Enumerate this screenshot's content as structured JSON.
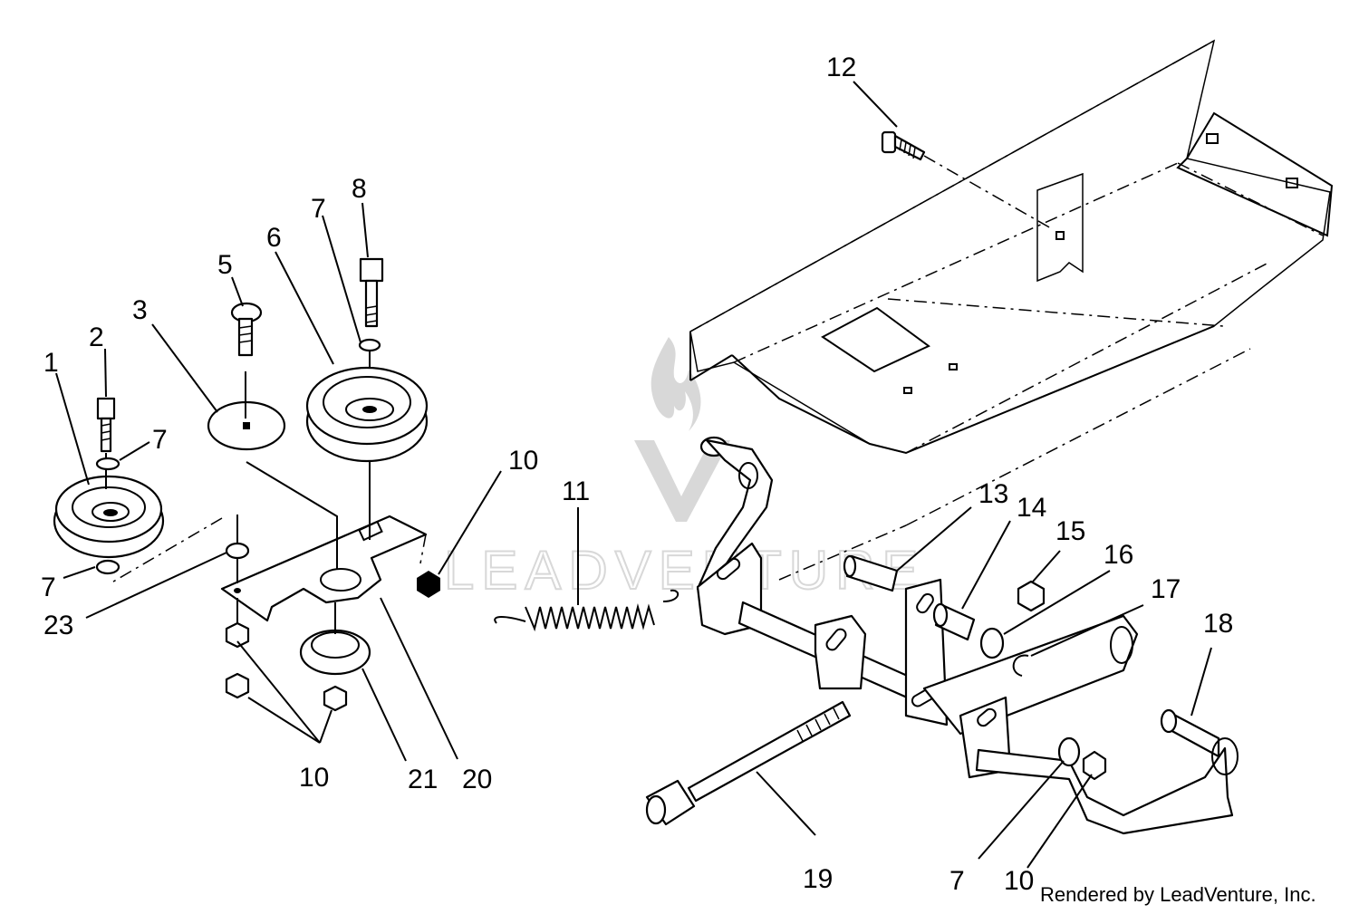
{
  "diagram": {
    "labels": [
      "1",
      "2",
      "3",
      "5",
      "6",
      "7",
      "7",
      "7",
      "8",
      "10",
      "23",
      "10",
      "11",
      "12",
      "13",
      "14",
      "15",
      "16",
      "17",
      "18",
      "19",
      "7",
      "10",
      "21",
      "20"
    ],
    "footer": "Rendered by LeadVenture, Inc.",
    "watermark": "LEADVENTURE",
    "colors": {
      "line": "#000000",
      "watermark": "#d8d8d8"
    }
  }
}
